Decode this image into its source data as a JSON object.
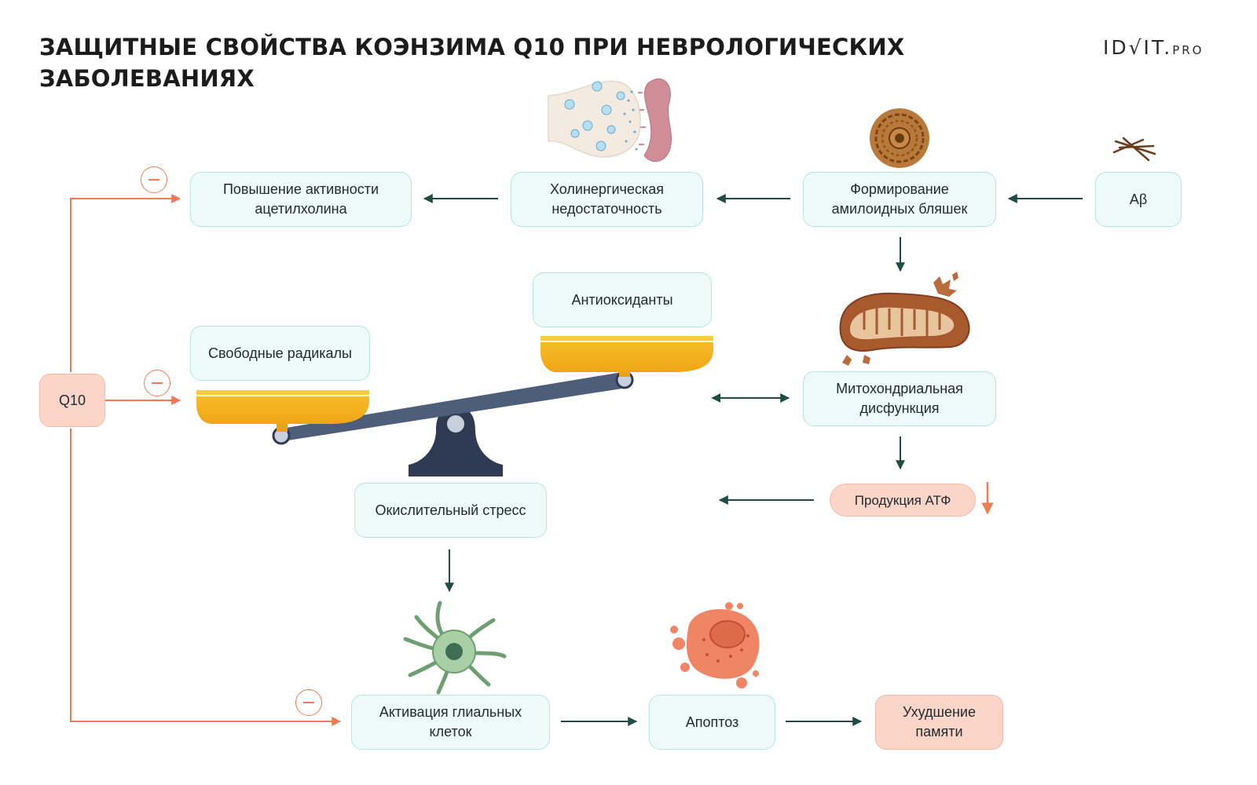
{
  "header": {
    "title": "ЗАЩИТНЫЕ СВОЙСТВА КОЭНЗИМА Q10 ПРИ НЕВРОЛОГИЧЕСКИХ ЗАБОЛЕВАНИЯХ",
    "logo_main": "ID√IT.",
    "logo_sub": "PRO"
  },
  "nodes": {
    "acetylcholine": "Повышение активности ацетилхолина",
    "cholinergic": "Холинергическая недостаточность",
    "amyloid": "Формирование амилоидных бляшек",
    "abeta": "Aβ",
    "antioxidants": "Антиоксиданты",
    "free_radicals": "Свободные радикалы",
    "q10": "Q10",
    "mito": "Митохондриальная дисфункция",
    "atp": "Продукция АТФ",
    "oxidative": "Окислительный стресс",
    "glial": "Активация глиальных клеток",
    "apoptosis": "Апоптоз",
    "memory": "Ухудшение памяти"
  },
  "colors": {
    "arrow_dark": "#1e4d45",
    "q10_line": "#f07a54",
    "node_fill": "#eefaf8",
    "node_border": "#b5e6df",
    "hot_fill": "#fbd5c7",
    "pan_yellow": "#f4b71a",
    "beam": "#4e5d7a"
  },
  "icons": {
    "inhibit": "minus-circle-icon",
    "synapse": "synapse-icon",
    "plaque": "amyloid-plaque-icon",
    "fibril": "amyloid-fibril-icon",
    "mitochondrion": "damaged-mitochondrion-icon",
    "balance": "balance-scale-icon",
    "glia": "glial-cell-icon",
    "apoptotic": "apoptotic-cell-icon",
    "decrease": "down-arrow-icon"
  }
}
